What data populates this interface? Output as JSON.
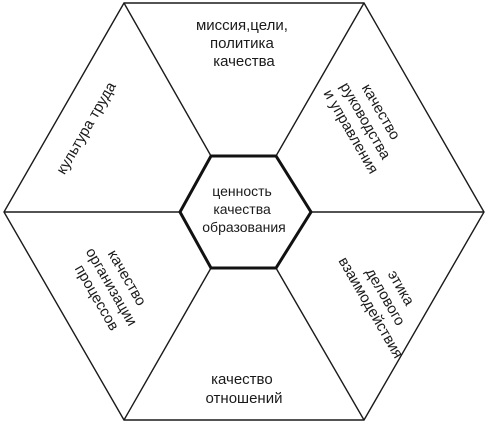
{
  "center": {
    "lines": [
      "ценность",
      "качества",
      "образования"
    ]
  },
  "segments": [
    {
      "id": "top",
      "lines": [
        "миссия,цели,",
        "политика",
        "качества"
      ]
    },
    {
      "id": "upper-right",
      "lines": [
        "качество",
        "руководства",
        "и управления"
      ]
    },
    {
      "id": "lower-right",
      "lines": [
        "этика",
        "делового",
        "взаимодействия"
      ]
    },
    {
      "id": "bottom",
      "lines": [
        "качество",
        "отношений"
      ]
    },
    {
      "id": "lower-left",
      "lines": [
        "качество",
        "организации",
        "процессов"
      ]
    },
    {
      "id": "upper-left",
      "lines": [
        "культура труда"
      ]
    }
  ]
}
